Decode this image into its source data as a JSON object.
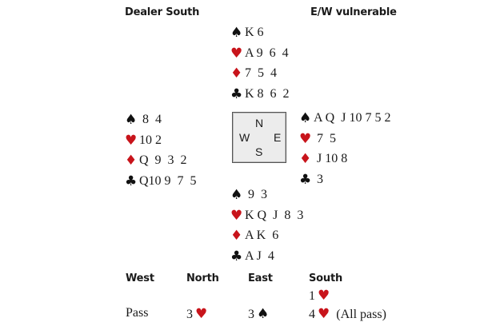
{
  "header": {
    "dealer": "Dealer South",
    "vulnerability": "E/W vulnerable"
  },
  "colors": {
    "red_suit": "#c8141b",
    "black_suit": "#111111"
  },
  "suits": {
    "spades": "♠",
    "hearts": "♥",
    "diamonds": "♦",
    "clubs": "♣"
  },
  "hands": {
    "north": {
      "spades": "K 6",
      "hearts": "A 9  6  4",
      "diamonds": "7  5  4",
      "clubs": "K 8  6  2"
    },
    "west": {
      "spades": " 8  4",
      "hearts": "10 2",
      "diamonds": "Q  9  3  2",
      "clubs": "Q10 9  7  5"
    },
    "east": {
      "spades": "A Q  J 10 7 5 2",
      "hearts": " 7  5",
      "diamonds": " J 10 8",
      "clubs": " 3"
    },
    "south": {
      "spades": " 9  3",
      "hearts": "K Q  J  8  3",
      "diamonds": "A K  6",
      "clubs": "A J  4"
    }
  },
  "compass": {
    "n": "N",
    "s": "S",
    "e": "E",
    "w": "W"
  },
  "auction": {
    "headers": [
      "West",
      "North",
      "East",
      "South"
    ],
    "rows": [
      [
        null,
        null,
        null,
        {
          "level": "1",
          "suit": "hearts"
        }
      ],
      [
        {
          "text": "Pass"
        },
        {
          "level": "3",
          "suit": "hearts"
        },
        {
          "level": "3",
          "suit": "spades"
        },
        {
          "level": "4",
          "suit": "hearts",
          "note": "(All pass)"
        }
      ]
    ]
  }
}
